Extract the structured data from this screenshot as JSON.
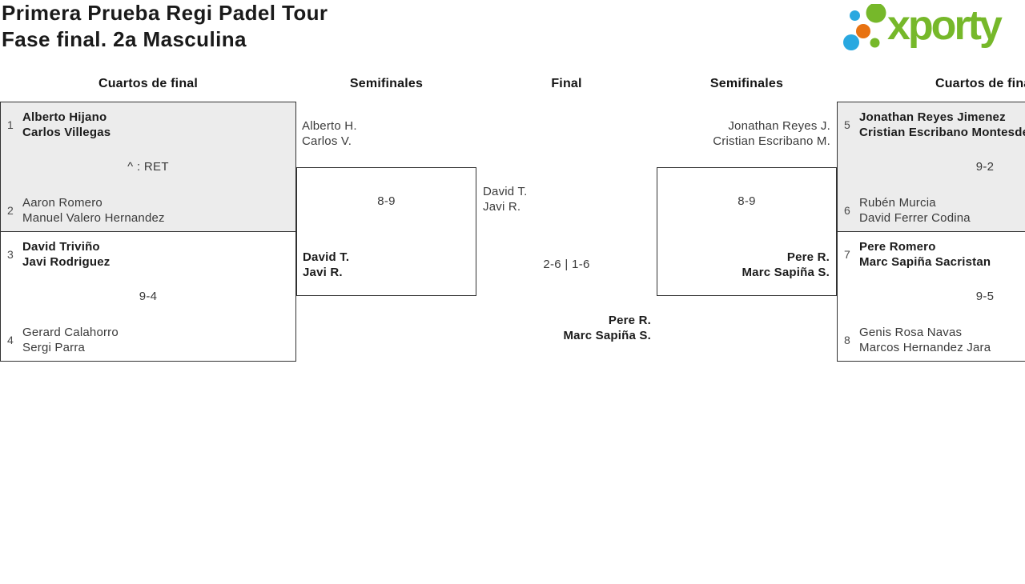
{
  "title": {
    "line1": "Primera Prueba Regi Padel Tour",
    "line2": "Fase final. 2a Masculina"
  },
  "logo": {
    "brand": "xporty"
  },
  "headers": {
    "c1": "Cuartos de final",
    "c2": "Semifinales",
    "c3": "Final",
    "c4": "Semifinales",
    "c5": "Cuartos de final"
  },
  "colors": {
    "logo_green": "#76b82a",
    "logo_blue": "#29a8e0",
    "logo_orange": "#e87211",
    "box_highlight": "#ececec",
    "box_border": "#323232"
  },
  "matches": {
    "qf1": {
      "seed_a": "1",
      "a1": "Alberto Hijano",
      "a2": "Carlos Villegas",
      "score": "^ : RET",
      "seed_b": "2",
      "b1": "Aaron Romero",
      "b2": "Manuel Valero Hernandez"
    },
    "qf2": {
      "seed_a": "3",
      "a1": "David Triviño",
      "a2": "Javi Rodriguez",
      "score": "9-4",
      "seed_b": "4",
      "b1": "Gerard Calahorro",
      "b2": "Sergi Parra"
    },
    "sf1": {
      "t1": "Alberto H.",
      "t2": "Carlos V.",
      "score": "8-9",
      "w1": "David T.",
      "w2": "Javi R."
    },
    "final": {
      "t1": "David T.",
      "t2": "Javi R.",
      "score": "2-6 | 1-6",
      "w1": "Pere R.",
      "w2": "Marc Sapiña S."
    },
    "sf2": {
      "t1": "Jonathan Reyes J.",
      "t2": "Cristian Escribano M.",
      "score": "8-9",
      "w1": "Pere R.",
      "w2": "Marc Sapiña S."
    },
    "qf3": {
      "seed_a": "5",
      "a1": "Jonathan Reyes Jimenez",
      "a2": "Cristian Escribano Montesde",
      "score": "9-2",
      "seed_b": "6",
      "b1": "Rubén Murcia",
      "b2": "David Ferrer Codina"
    },
    "qf4": {
      "seed_a": "7",
      "a1": "Pere Romero",
      "a2": "Marc Sapiña Sacristan",
      "score": "9-5",
      "seed_b": "8",
      "b1": "Genis Rosa Navas",
      "b2": "Marcos Hernandez Jara"
    }
  }
}
